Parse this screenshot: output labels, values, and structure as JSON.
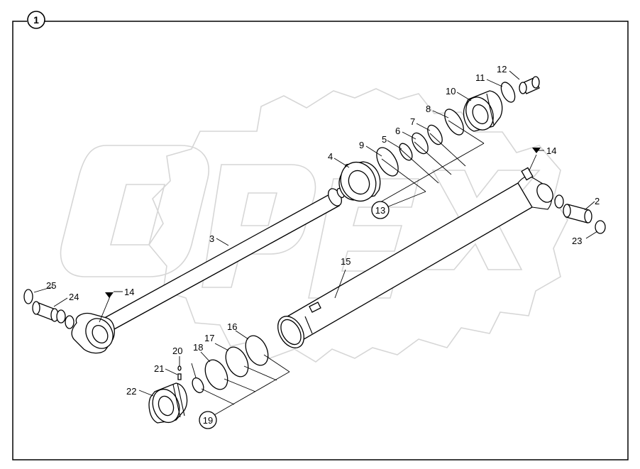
{
  "figure_number": "1",
  "watermark": "OPEX",
  "callouts": [
    {
      "id": "c2",
      "label": "2"
    },
    {
      "id": "c3",
      "label": "3"
    },
    {
      "id": "c4",
      "label": "4"
    },
    {
      "id": "c5",
      "label": "5"
    },
    {
      "id": "c6",
      "label": "6"
    },
    {
      "id": "c7",
      "label": "7"
    },
    {
      "id": "c8",
      "label": "8"
    },
    {
      "id": "c9",
      "label": "9"
    },
    {
      "id": "c10",
      "label": "10"
    },
    {
      "id": "c11",
      "label": "11"
    },
    {
      "id": "c12",
      "label": "12"
    },
    {
      "id": "c14a",
      "label": "14"
    },
    {
      "id": "c14b",
      "label": "14"
    },
    {
      "id": "c15",
      "label": "15"
    },
    {
      "id": "c16",
      "label": "16"
    },
    {
      "id": "c17",
      "label": "17"
    },
    {
      "id": "c18",
      "label": "18"
    },
    {
      "id": "c20",
      "label": "20"
    },
    {
      "id": "c21",
      "label": "21"
    },
    {
      "id": "c22",
      "label": "22"
    },
    {
      "id": "c23",
      "label": "23"
    },
    {
      "id": "c24",
      "label": "24"
    },
    {
      "id": "c25",
      "label": "25"
    }
  ],
  "kits": [
    {
      "id": "k13",
      "label": "13"
    },
    {
      "id": "k19",
      "label": "19"
    }
  ]
}
